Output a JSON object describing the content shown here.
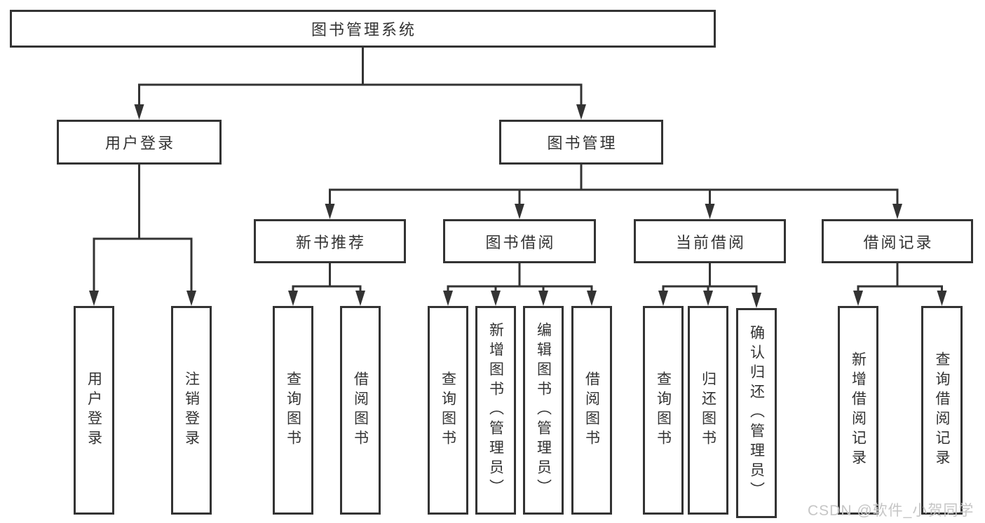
{
  "diagram": {
    "title": "图书管理系统",
    "nodes": [
      {
        "id": "root",
        "label": "图书管理系统",
        "shape": "wide"
      },
      {
        "id": "user-login",
        "label": "用户登录",
        "shape": "box"
      },
      {
        "id": "book-mgmt",
        "label": "图书管理",
        "shape": "box"
      },
      {
        "id": "new-book-rec",
        "label": "新书推荐",
        "shape": "box"
      },
      {
        "id": "book-borrow",
        "label": "图书借阅",
        "shape": "box"
      },
      {
        "id": "current-borrow",
        "label": "当前借阅",
        "shape": "box"
      },
      {
        "id": "borrow-record",
        "label": "借阅记录",
        "shape": "box"
      },
      {
        "id": "leaf-user-login",
        "label": "用户登录",
        "shape": "tall"
      },
      {
        "id": "leaf-logout",
        "label": "注销登录",
        "shape": "tall"
      },
      {
        "id": "leaf-query-book-new",
        "label": "查询图书",
        "shape": "tall"
      },
      {
        "id": "leaf-borrow-book-new",
        "label": "借阅图书",
        "shape": "tall"
      },
      {
        "id": "leaf-query-book-borrow",
        "label": "查询图书",
        "shape": "tall"
      },
      {
        "id": "leaf-add-book",
        "label": "新增图书（管理员）",
        "shape": "tall"
      },
      {
        "id": "leaf-edit-book",
        "label": "编辑图书（管理员）",
        "shape": "tall"
      },
      {
        "id": "leaf-borrow-book-borrow",
        "label": "借阅图书",
        "shape": "tall"
      },
      {
        "id": "leaf-query-book-current",
        "label": "查询图书",
        "shape": "tall"
      },
      {
        "id": "leaf-return-book",
        "label": "归还图书",
        "shape": "tall"
      },
      {
        "id": "leaf-confirm-return",
        "label": "确认归还（管理员）",
        "shape": "tall"
      },
      {
        "id": "leaf-add-record",
        "label": "新增借阅记录",
        "shape": "tall"
      },
      {
        "id": "leaf-query-record",
        "label": "查询借阅记录",
        "shape": "tall"
      }
    ],
    "edges": [
      {
        "from": "root",
        "to": [
          "user-login",
          "book-mgmt"
        ]
      },
      {
        "from": "user-login",
        "to": [
          "leaf-user-login",
          "leaf-logout"
        ]
      },
      {
        "from": "book-mgmt",
        "to": [
          "new-book-rec",
          "book-borrow",
          "current-borrow",
          "borrow-record"
        ]
      },
      {
        "from": "new-book-rec",
        "to": [
          "leaf-query-book-new",
          "leaf-borrow-book-new"
        ]
      },
      {
        "from": "book-borrow",
        "to": [
          "leaf-query-book-borrow",
          "leaf-add-book",
          "leaf-edit-book",
          "leaf-borrow-book-borrow"
        ]
      },
      {
        "from": "current-borrow",
        "to": [
          "leaf-query-book-current",
          "leaf-return-book",
          "leaf-confirm-return"
        ]
      },
      {
        "from": "borrow-record",
        "to": [
          "leaf-add-record",
          "leaf-query-record"
        ]
      }
    ]
  },
  "watermark": {
    "text": "CSDN @软件_小贺同学",
    "color": "#c6c6c6"
  },
  "colors": {
    "stroke": "#333333",
    "box_border": "#333333",
    "text": "#333333",
    "background": "#ffffff"
  }
}
